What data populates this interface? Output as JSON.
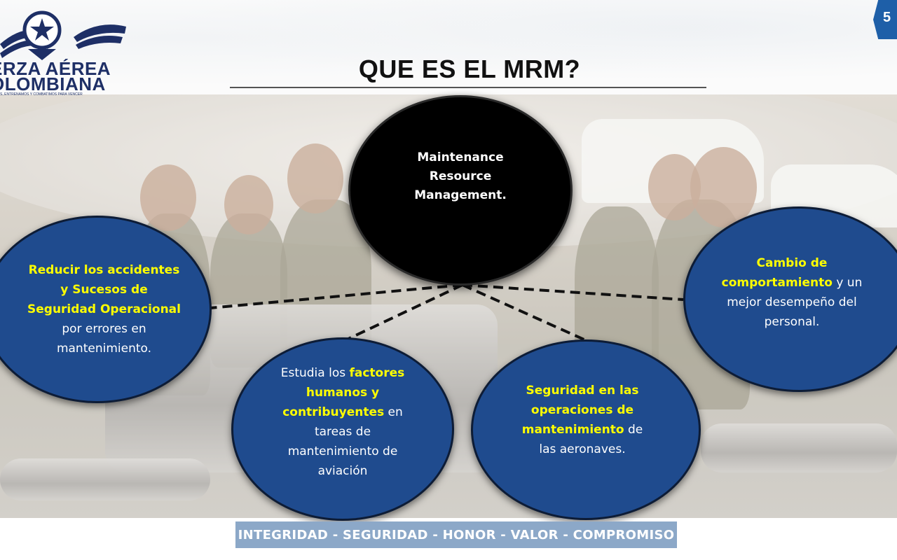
{
  "slide": {
    "title": "QUE ES EL MRM?",
    "page_number": "5"
  },
  "logo": {
    "line1": "ERZA AÉREA",
    "line2": "OLOMBIANA",
    "slogan": "S, ENTRENAMOS Y COMBATIMOS PARA VENCER"
  },
  "center": {
    "line1": "Maintenance",
    "line2": "Resource",
    "line3": "Management."
  },
  "bubbles": {
    "left": {
      "hl1": "Reducir los accidentes",
      "hl2": "y Sucesos de",
      "hl3": "Seguridad Operacional",
      "t1": "por errores en",
      "t2": "mantenimiento."
    },
    "right": {
      "hl1": "Cambio de",
      "hl2": "comportamiento",
      "t1": " y un",
      "t2": "mejor desempeño del",
      "t3": "personal."
    },
    "bottom_left": {
      "t1": "Estudia los ",
      "hl1": "factores",
      "hl2": "humanos y",
      "hl3": "contribuyentes",
      "t2": " en",
      "t3": "tareas de",
      "t4": "mantenimiento de",
      "t5": "aviación"
    },
    "bottom_right": {
      "hl1": "Seguridad en las",
      "hl2": "operaciones de",
      "hl3": "mantenimiento",
      "t1": " de",
      "t2": "las aeronaves."
    }
  },
  "motto": "INTEGRIDAD - SEGURIDAD - HONOR - VALOR - COMPROMISO",
  "colors": {
    "bubble_blue": "#1f4b8e",
    "highlight": "#ffff00",
    "motto_band": "#8ca8c8",
    "brand_navy": "#1e2f66",
    "page_tab": "#1e5fa8"
  }
}
